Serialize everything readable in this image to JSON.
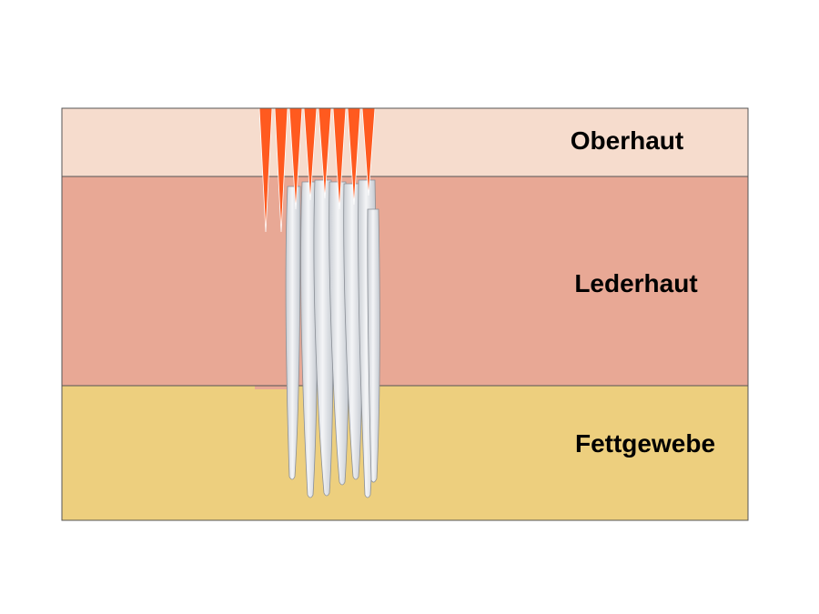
{
  "layers": [
    {
      "id": "epidermis",
      "label": "Oberhaut",
      "color": "#F6DCCD"
    },
    {
      "id": "dermis",
      "label": "Lederhaut",
      "color": "#E8A895"
    },
    {
      "id": "fat",
      "label": "Fettgewebe",
      "color": "#EDCF7E"
    }
  ],
  "colors": {
    "needle_tip": "#FF5A1F",
    "column_light": "#F4F5F7",
    "column_shade": "#C9CDD3",
    "border": "#555555"
  }
}
